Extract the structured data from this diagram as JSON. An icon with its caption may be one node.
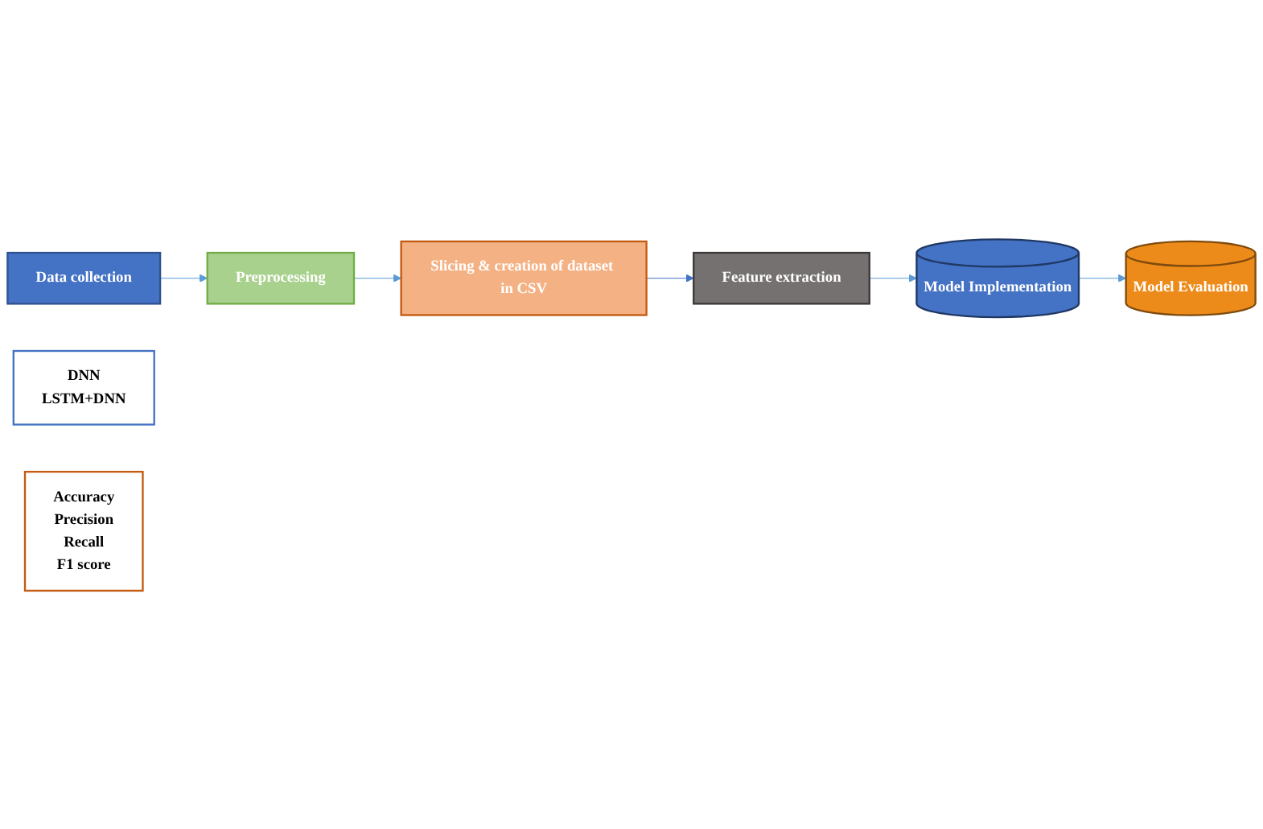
{
  "diagram": {
    "nodes": [
      {
        "text": [
          "Data collection"
        ]
      },
      {
        "text": [
          "Preprocessing"
        ]
      },
      {
        "text": [
          "Slicing & creation of dataset in CSV"
        ]
      },
      {
        "text": [
          "Feature extraction"
        ]
      },
      {
        "text": [
          "Model Implementation"
        ]
      },
      {
        "text": [
          "Model Evaluation"
        ]
      },
      {
        "text": [
          "DNN",
          "LSTM+DNN"
        ]
      },
      {
        "text": [
          "Accuracy",
          "Precision",
          "Recall",
          "F1 score"
        ]
      }
    ],
    "edges": [
      {
        "from": 0,
        "to": 1,
        "arrow": "to"
      },
      {
        "from": 1,
        "to": 2,
        "arrow": "to"
      },
      {
        "from": 2,
        "to": 3,
        "arrow": "to",
        "color": "#4472c4"
      },
      {
        "from": 3,
        "to": 4,
        "arrow": "to"
      },
      {
        "from": 4,
        "to": 5,
        "arrow": "to"
      }
    ]
  }
}
